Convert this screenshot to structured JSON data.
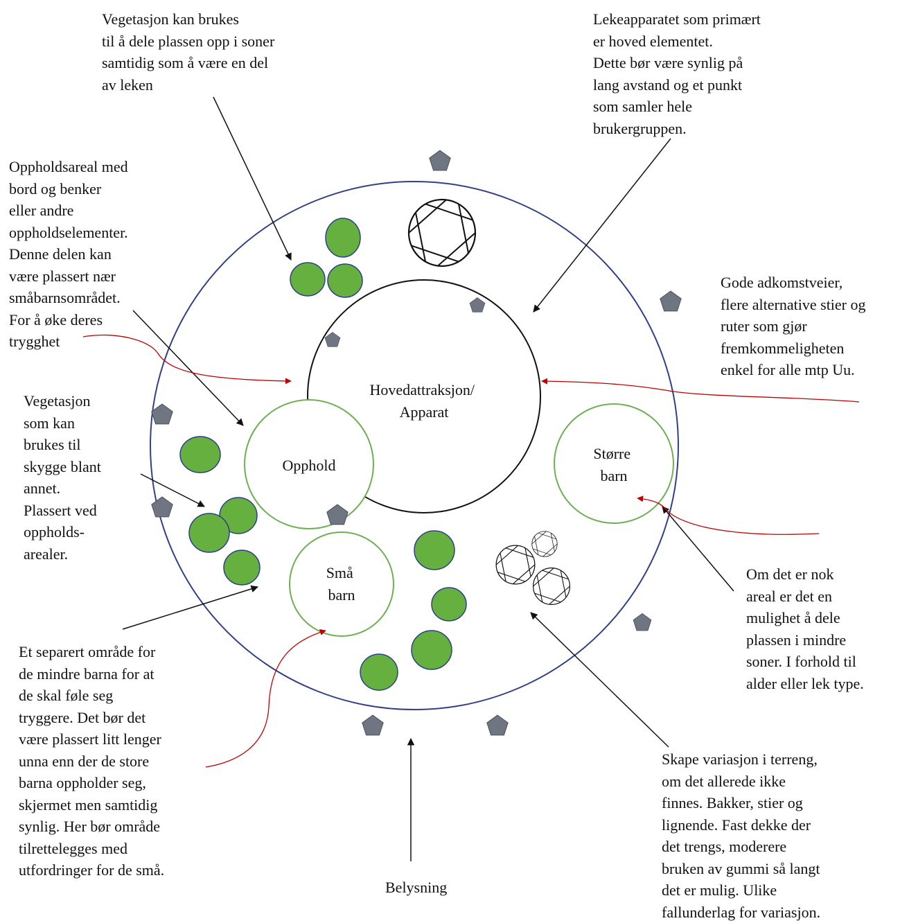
{
  "colors": {
    "outer_ring": "#2f3f8a",
    "inner_ring": "#111111",
    "zone_ring": "#6fae52",
    "tree_fill": "#66b040",
    "tree_stroke": "#2b3f8c",
    "lamp_fill": "#707582",
    "black_arrow": "#111111",
    "red_arrow": "#c00000"
  },
  "icons": {
    "tree": "circle-tree-icon",
    "lamp": "pentagon-lamp-icon",
    "play_equipment": "aperture-icon"
  },
  "zones": {
    "main": "Hovedattraksjon/\nApparat",
    "stay": "Opphold",
    "older": "Større\nbarn",
    "small": "Små\nbarn"
  },
  "notes": {
    "vegetation_zones": "Vegetasjon kan brukes\ntil å dele plassen opp i soner\nsamtidig som å være en del\nav leken",
    "play_equipment": "Lekeapparatet som primært\ner hoved elementet.\nDette bør være synlig på\nlang avstand og et punkt\nsom samler hele\nbrukergruppen.",
    "seating": "Oppholdsareal med\nbord og benker\neller andre\noppholdselementer.\nDenne delen kan\nvære plassert nær\nsmåbarnsområdet.\nFor å øke deres\ntrygghet",
    "access": "Gode adkomstveier,\nflere alternative stier og\nruter som gjør\nfremkommeligheten\nenkel for alle mtp Uu.",
    "shade": "Vegetasjon\nsom kan\nbrukes til\nskygge blant\nannet.\nPlassert ved\noppholds-\narealer.",
    "subzones": "Om det er nok\nareal er det en\nmulighet å dele\nplassen i mindre\nsoner. I forhold til\nalder eller lek type.",
    "small_children": "Et separert område for\nde mindre barna for at\nde skal føle seg\ntryggere. Det bør det\nvære plassert litt lenger\nunna enn der de store\nbarna oppholder seg,\nskjermet men samtidig\nsynlig. Her bør område\ntilrettelegges med\nutfordringer for de små.",
    "lighting": "Belysning",
    "terrain": "Skape variasjon i terreng,\nom det allerede ikke\nfinnes. Bakker, stier og\nlignende. Fast dekke der\ndet trengs, moderere\nbruken av gummi så langt\ndet er mulig. Ulike\nfallunderlag for variasjon."
  }
}
